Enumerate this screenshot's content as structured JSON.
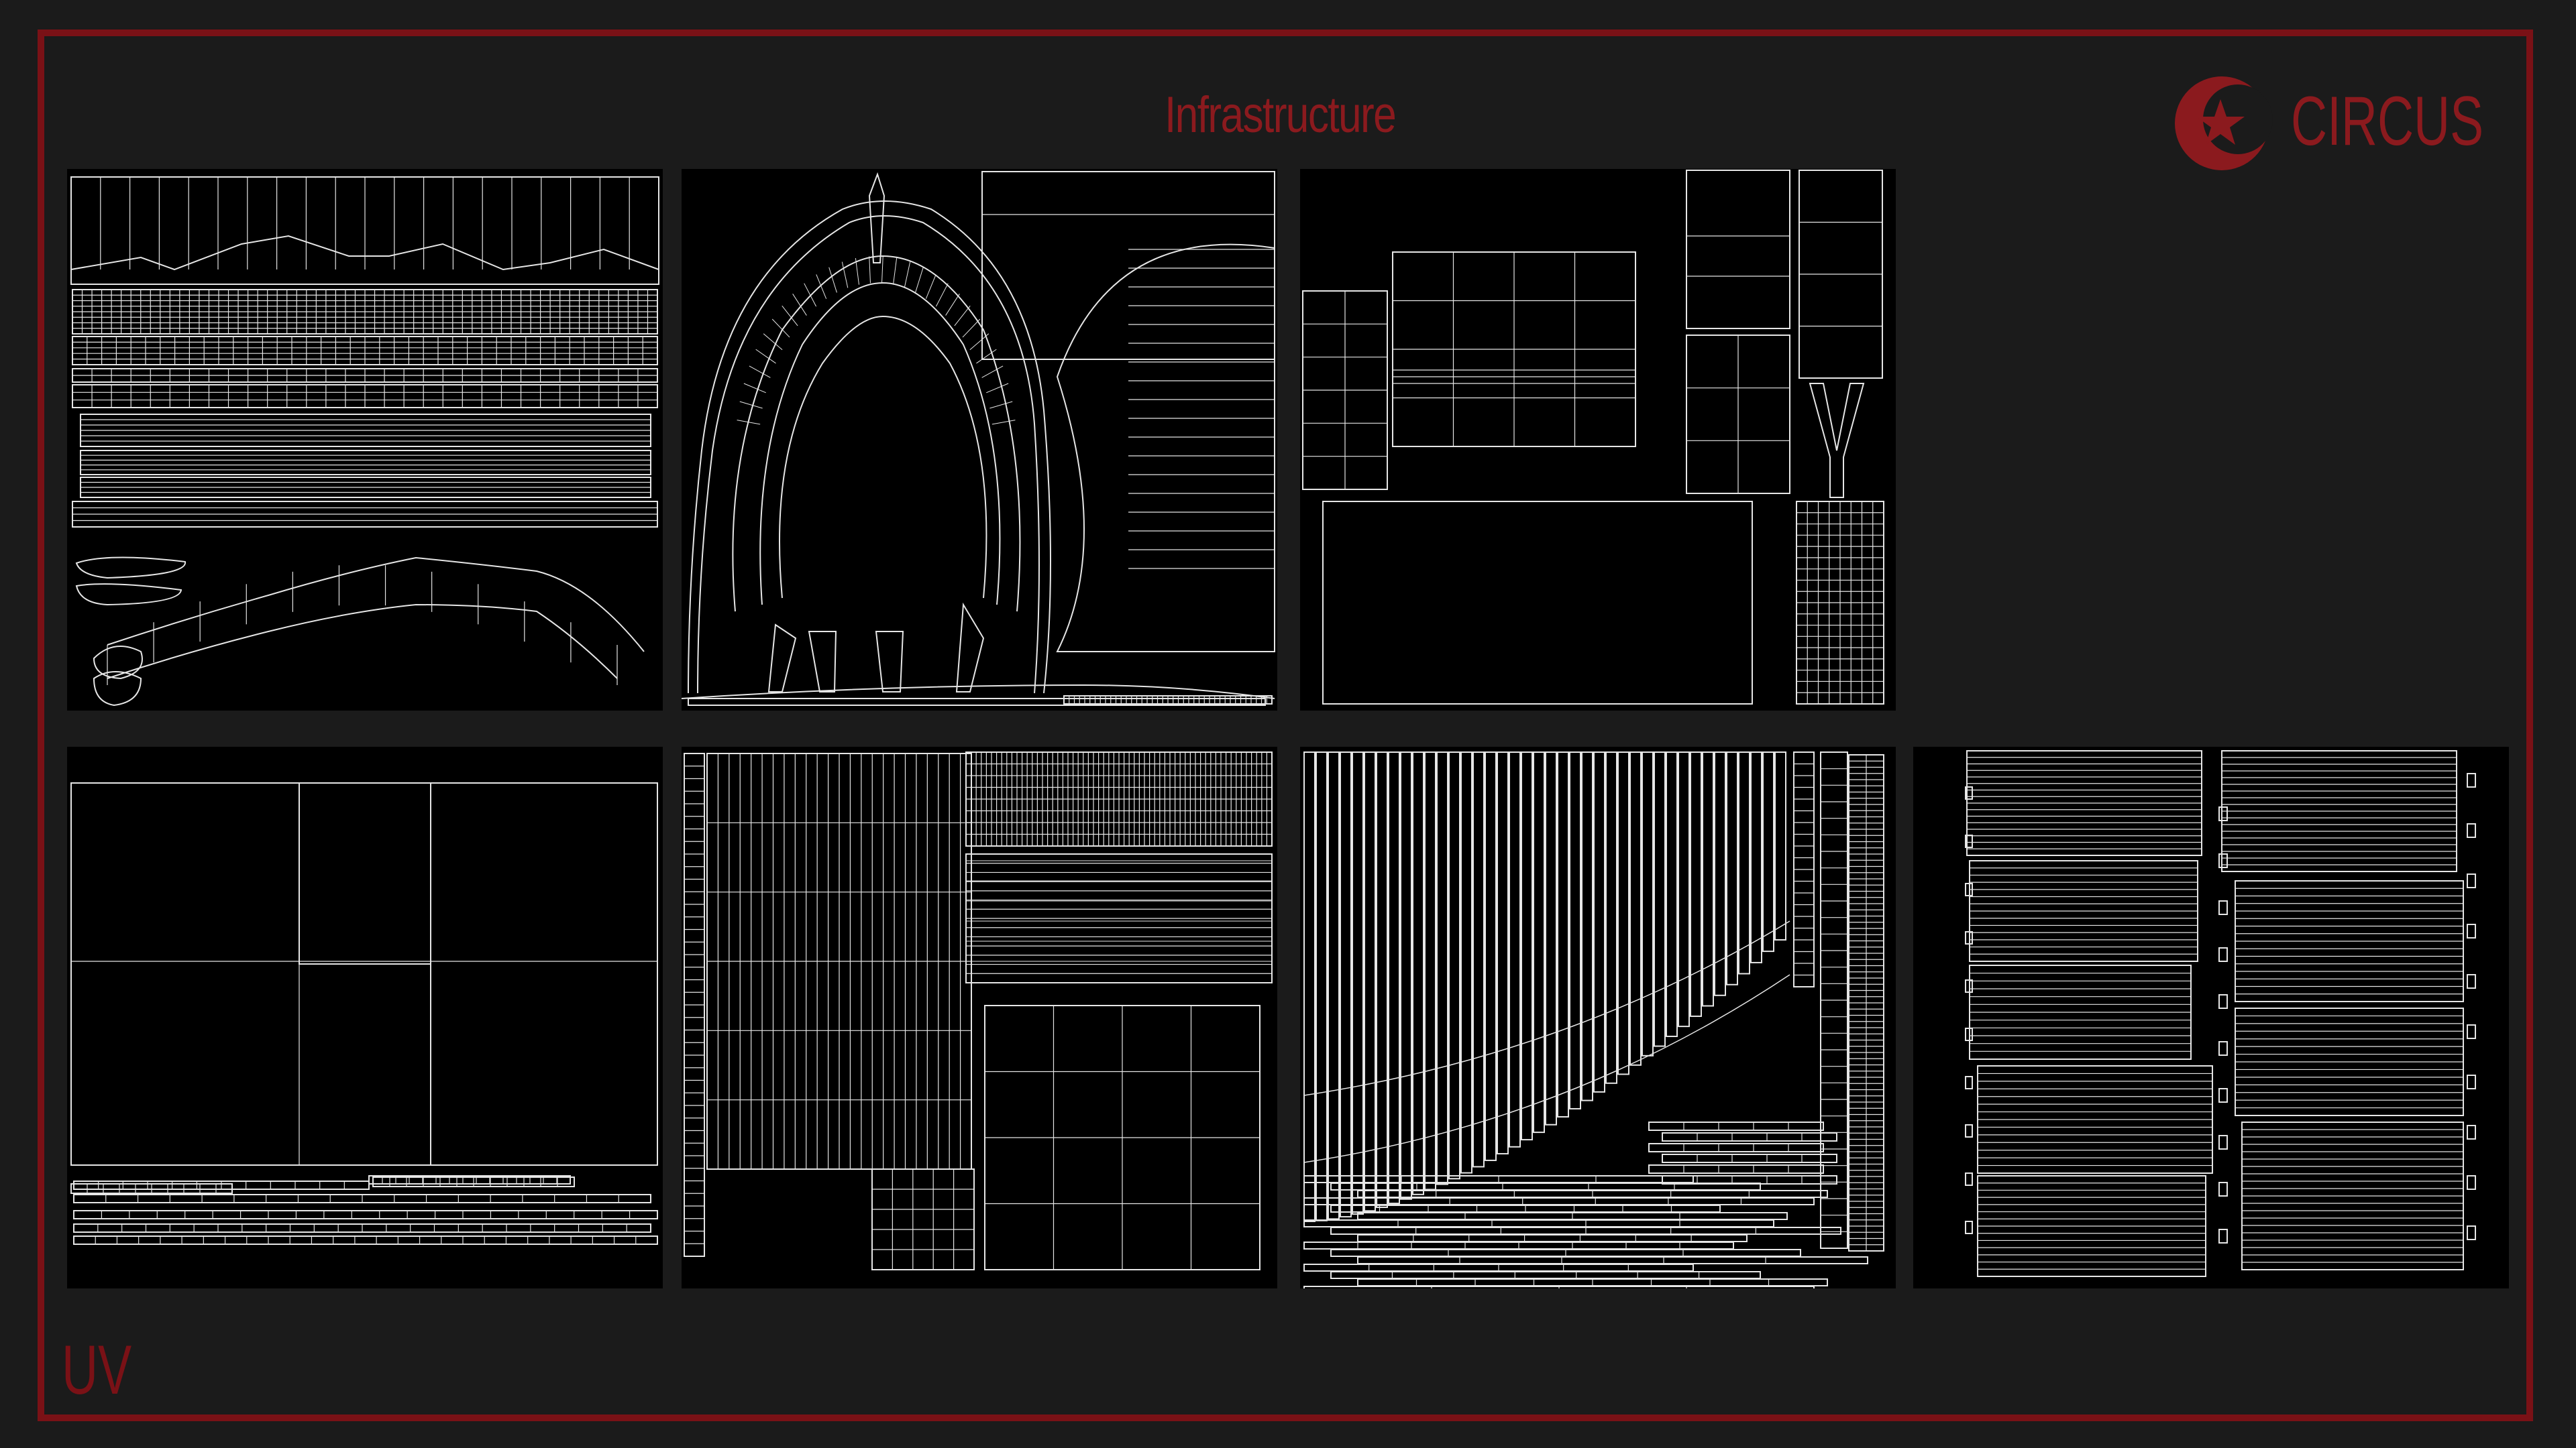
{
  "header": {
    "title": "Infrastructure"
  },
  "brand": {
    "name": "CIRCUS",
    "icon": "circus-logo-icon",
    "color": "#8b1a1e"
  },
  "footer": {
    "label": "UV"
  },
  "panels": [
    {
      "name": "uv-panel-1",
      "content": "wall-strips-and-curved-pipe"
    },
    {
      "name": "uv-panel-2",
      "content": "arch-gate-shell"
    },
    {
      "name": "uv-panel-3",
      "content": "rect-blocks-and-column"
    },
    {
      "name": "uv-panel-4",
      "content": "large-quads-and-thin-strips"
    },
    {
      "name": "uv-panel-5",
      "content": "vertical-strips-and-grids"
    },
    {
      "name": "uv-panel-6",
      "content": "fan-strips-and-planks"
    },
    {
      "name": "uv-panel-7",
      "content": "stacked-plank-columns"
    }
  ],
  "colors": {
    "frame": "#7a1116",
    "background": "#1b1b1b",
    "wire": "#e6e6e6",
    "panel": "#000000"
  }
}
